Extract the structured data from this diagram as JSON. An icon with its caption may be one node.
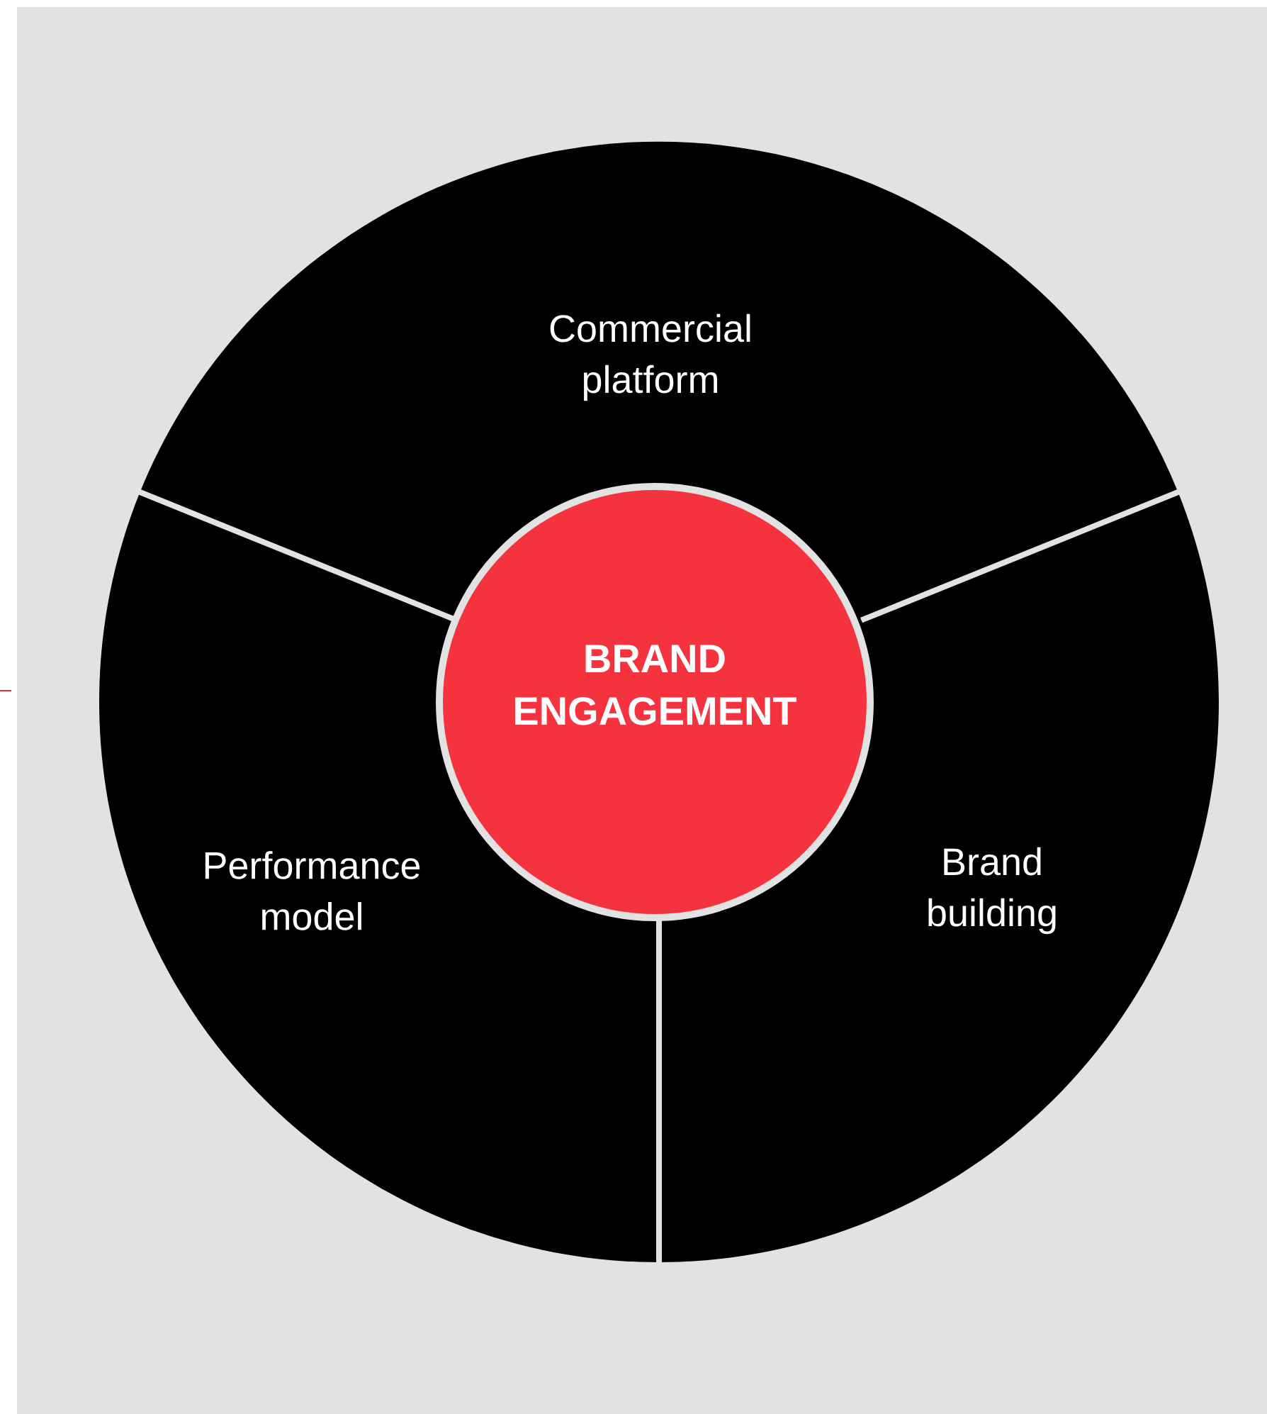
{
  "diagram": {
    "nodes": [
      {
        "text": [
          "Commercial platform"
        ]
      },
      {
        "text": [
          "BRAND ENGAGEMENT"
        ]
      },
      {
        "text": [
          "Performance model"
        ]
      },
      {
        "text": [
          "Brand building"
        ]
      }
    ]
  }
}
